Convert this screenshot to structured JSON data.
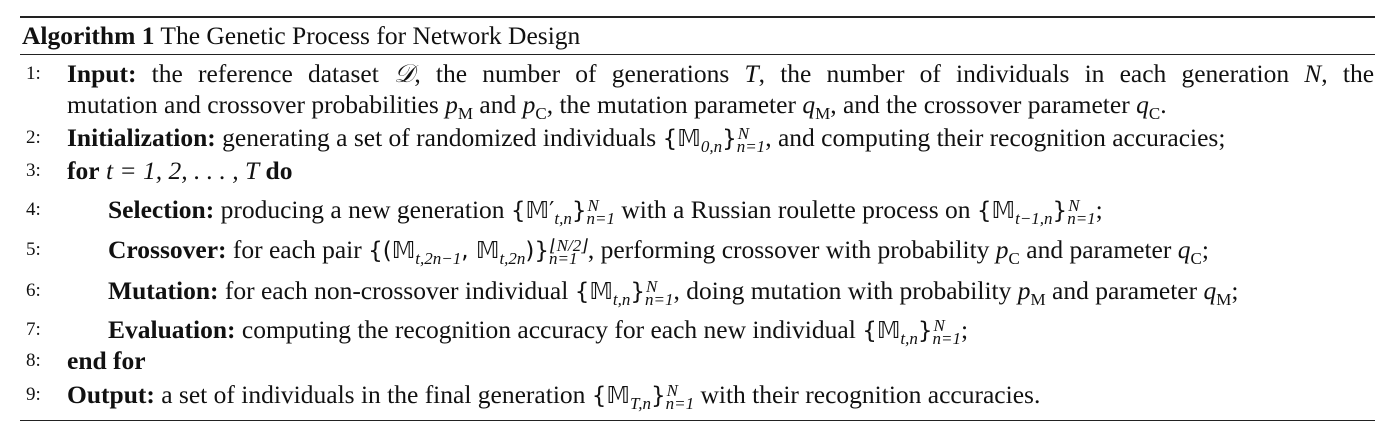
{
  "caption": {
    "label": "Algorithm 1",
    "title": "The Genetic Process for Network Design"
  },
  "lines": [
    {
      "number": "1:",
      "keyword": "Input:",
      "text_a": "the reference dataset",
      "dataset_symbol": "𝒟",
      "text_b": ", the number of generations",
      "gen_symbol": "T",
      "text_c": ", the number of individuals in each generation",
      "ind_symbol": "N",
      "text_d": ", the",
      "text_e": "mutation and crossover probabilities",
      "p_symbol": "p",
      "sub_m": "M",
      "and_text": "and",
      "sub_c": "C",
      "text_f": ", the mutation parameter",
      "q_symbol": "q",
      "text_g": ", and the crossover parameter",
      "end": "."
    },
    {
      "number": "2:",
      "keyword": "Initialization:",
      "text_a": "generating a set of randomized individuals",
      "set_expr": "{𝕄",
      "set_sub": "0,n",
      "close": "}",
      "upper": "N",
      "lower": "n=1",
      "text_b": ", and computing their recognition accuracies;"
    },
    {
      "number": "3:",
      "keyword_for": "for",
      "expr": "t = 1, 2, . . . , T",
      "keyword_do": "do"
    },
    {
      "number": "4:",
      "keyword": "Selection:",
      "text_a": "producing a new generation",
      "set1": "{𝕄′",
      "set1_sub": "t,n",
      "text_b": "with a Russian roulette process on",
      "set2": "{𝕄",
      "set2_sub": "t−1,n",
      "close": "}",
      "upper": "N",
      "lower": "n=1",
      "end": ";"
    },
    {
      "number": "5:",
      "keyword": "Crossover:",
      "text_a": "for each pair",
      "pair_expr": "{(𝕄",
      "pair_sub1": "t,2n−1",
      "pair_mid": ", 𝕄",
      "pair_sub2": "t,2n",
      "pair_close": ")}",
      "pair_upper": "⌊N/2⌋",
      "lower": "n=1",
      "text_b": ", performing crossover with probability",
      "text_c": "and parameter",
      "p_symbol": "p",
      "q_symbol": "q",
      "sub_c": "C",
      "end": ";"
    },
    {
      "number": "6:",
      "keyword": "Mutation:",
      "text_a": "for each non-crossover individual",
      "set_expr": "{𝕄",
      "set_sub": "t,n",
      "close": "}",
      "upper": "N",
      "lower": "n=1",
      "text_b": ", doing mutation with probability",
      "text_c": "and parameter",
      "p_symbol": "p",
      "q_symbol": "q",
      "sub_m": "M",
      "end": ";"
    },
    {
      "number": "7:",
      "keyword": "Evaluation:",
      "text_a": "computing the recognition accuracy for each new individual",
      "set_expr": "{𝕄",
      "set_sub": "t,n",
      "close": "}",
      "upper": "N",
      "lower": "n=1",
      "end": ";"
    },
    {
      "number": "8:",
      "keyword": "end for"
    },
    {
      "number": "9:",
      "keyword": "Output:",
      "text_a": "a set of individuals in the final generation",
      "set_expr": "{𝕄",
      "set_sub": "T,n",
      "close": "}",
      "upper": "N",
      "lower": "n=1",
      "text_b": "with their recognition accuracies."
    }
  ]
}
